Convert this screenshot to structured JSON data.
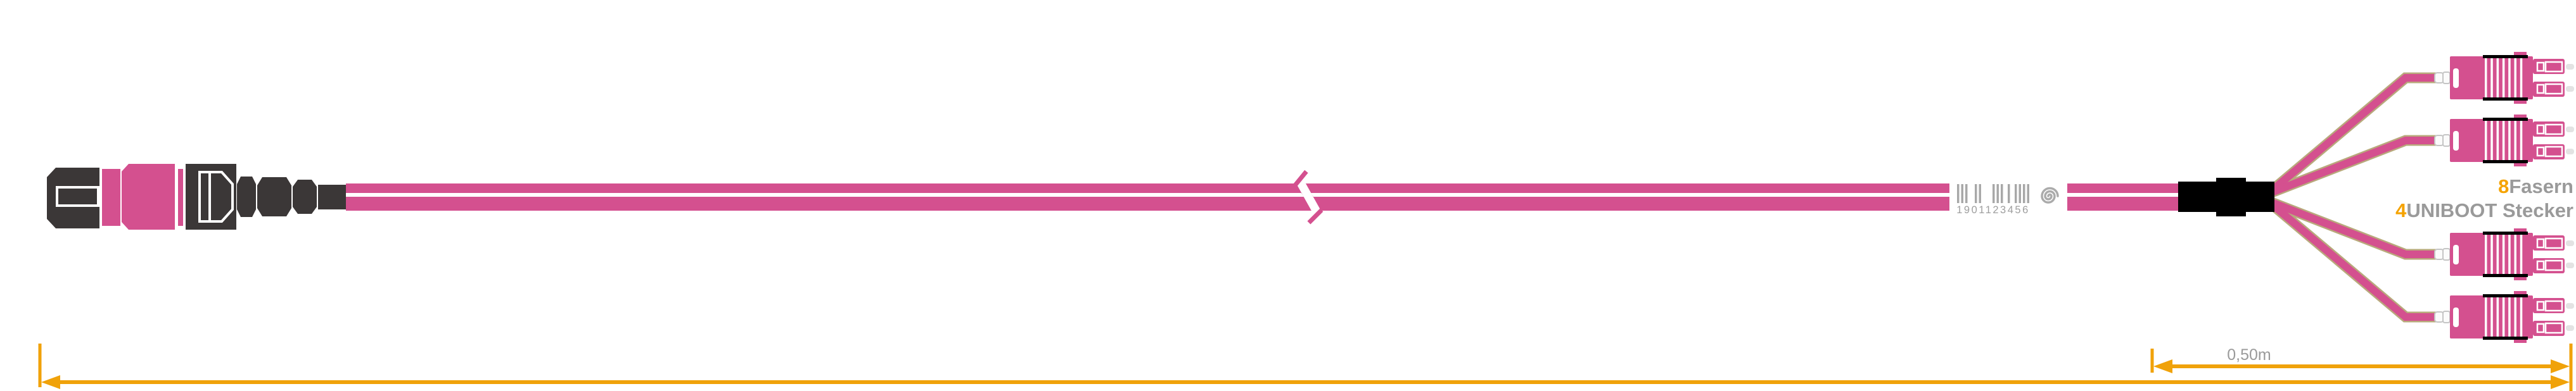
{
  "diagram": {
    "title": "fiber-breakout-cable-drawing",
    "serial_number": "1901123456",
    "breakout_length_label": "0,50m",
    "annotation": {
      "fiber_count": "8",
      "fiber_unit": "Fasern",
      "connector_count": "4",
      "connector_unit": "UNIBOOT Stecker"
    }
  },
  "icons": {
    "barcode": "barcode-icon",
    "spiral": "spiral-icon",
    "cable_break": "cable-break-icon",
    "dimension_arrows": "arrow-icons"
  },
  "colors": {
    "cable_pink": "#d4508f",
    "connector_dark": "#3b3737",
    "fanout_black": "#000000",
    "leg_outline_khaki": "#b9a97c",
    "dimension_orange": "#f0a20a",
    "highlight_orange": "#f5a300",
    "label_gray": "#9a9a9a",
    "serial_gray": "#9e9e9e",
    "barcode_gray": "#a8a8a8",
    "boot_white": "#fbfbfb",
    "boot_outline": "#c5c5c5",
    "ferrule_gray": "#e3e3e3",
    "stripe_white": "#ffffff"
  }
}
